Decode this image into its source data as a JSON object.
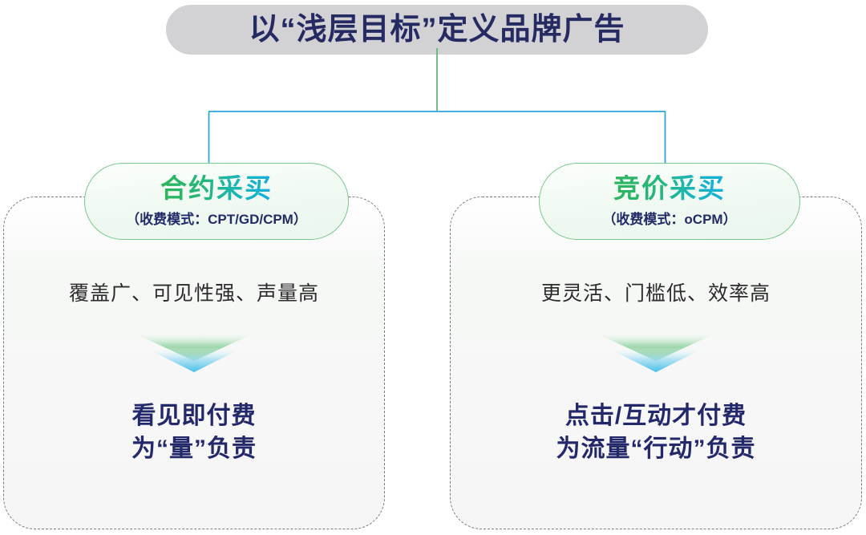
{
  "title": {
    "text": "以“浅层目标”定义品牌广告",
    "pill_color": "#d2d2d5",
    "text_color": "#252a63"
  },
  "connector": {
    "stem_color": "#5cb87a",
    "branch_color": "#2ba6dd"
  },
  "branches": [
    {
      "id": "contract",
      "head_title": "合约采买",
      "head_subtitle": "（收费模式：CPT/GD/CPM）",
      "feature": "覆盖广、可见性强、声量高",
      "arrow": "double-chevron-down",
      "conclusion_line1": "看见即付费",
      "conclusion_line2": "为“量”负责"
    },
    {
      "id": "bidding",
      "head_title": "竞价采买",
      "head_subtitle": "（收费模式：oCPM）",
      "feature": "更灵活、门槛低、效率高",
      "arrow": "double-chevron-down",
      "conclusion_line1": "点击/互动才付费",
      "conclusion_line2": "为流量“行动”负责"
    }
  ],
  "colors": {
    "heading_gradient_start": "#2fb45a",
    "heading_gradient_end": "#12aee0",
    "navy": "#232a68",
    "body_text": "#2b2b2b",
    "panel_border": "#7c7c80",
    "pill_border": "#79c98e",
    "chevron_green": "#4cb96a",
    "chevron_cyan": "#5fc7ea"
  }
}
